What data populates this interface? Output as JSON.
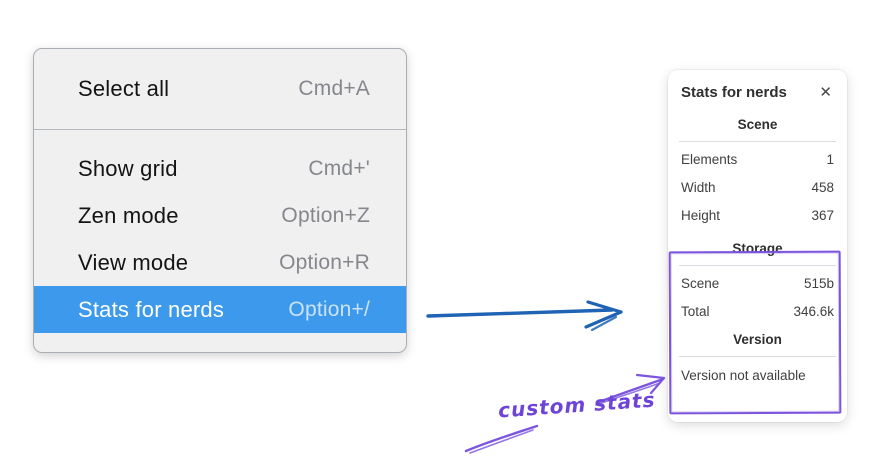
{
  "context_menu": {
    "groups": [
      {
        "items": [
          {
            "label": "Select all",
            "shortcut": "Cmd+A",
            "selected": false
          }
        ]
      },
      {
        "items": [
          {
            "label": "Show grid",
            "shortcut": "Cmd+'",
            "selected": false
          },
          {
            "label": "Zen mode",
            "shortcut": "Option+Z",
            "selected": false
          },
          {
            "label": "View mode",
            "shortcut": "Option+R",
            "selected": false
          },
          {
            "label": "Stats for nerds",
            "shortcut": "Option+/",
            "selected": true
          }
        ]
      }
    ]
  },
  "stats_panel": {
    "title": "Stats for nerds",
    "close_icon": "✕",
    "scene_section": {
      "heading": "Scene",
      "rows": [
        {
          "label": "Elements",
          "value": "1"
        },
        {
          "label": "Width",
          "value": "458"
        },
        {
          "label": "Height",
          "value": "367"
        }
      ]
    },
    "storage_section": {
      "heading": "Storage",
      "rows": [
        {
          "label": "Scene",
          "value": "515b"
        },
        {
          "label": "Total",
          "value": "346.6k"
        }
      ]
    },
    "version_section": {
      "heading": "Version",
      "note": "Version not available"
    }
  },
  "annotations": {
    "custom_stats_label": "custom stats"
  },
  "colors": {
    "menu_highlight": "#3d99eb",
    "arrow_blue": "#1e63b4",
    "annotation_purple": "#7c56dd"
  }
}
